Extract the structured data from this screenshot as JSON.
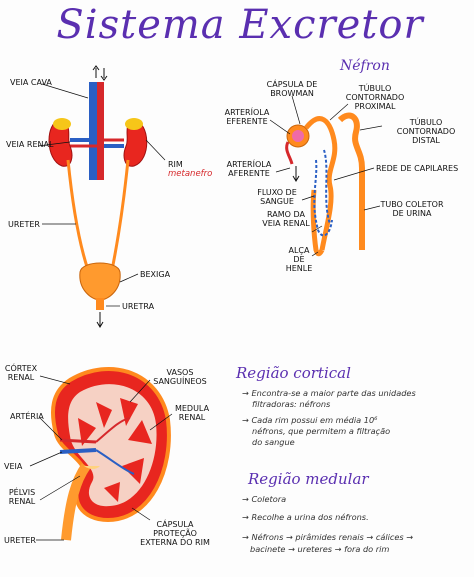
{
  "title": "Sistema Excretor",
  "urinary": {
    "veia_cava": "VEIA CAVA",
    "veia_renal": "VEIA RENAL",
    "rim": "RIM",
    "metanefro": "metanefro",
    "ureter": "URETER",
    "bexiga": "BEXIGA",
    "uretra": "URETRA"
  },
  "nephron": {
    "title": "Néfron",
    "capsula": "CÁPSULA DE BROWMAN",
    "tubulo_proximal": "TÚBULO CONTORNADO PROXIMAL",
    "arteriola_eferente": "ARTERÍOLA EFERENTE",
    "tubulo_distal": "TÚBULO CONTORNADO DISTAL",
    "arteriola_aferente": "ARTERÍOLA AFERENTE",
    "rede_capilares": "REDE DE CAPILARES",
    "fluxo_sangue": "FLUXO DE SANGUE",
    "ramo_veia": "RAMO DA VEIA RENAL",
    "tubo_coletor": "TUBO COLETOR DE URINA",
    "alca": "ALÇA DE HENLE"
  },
  "kidney": {
    "cortex": "CÓRTEX RENAL",
    "vasos": "VASOS SANGUÍNEOS",
    "arteria": "ARTÉRIA",
    "medula": "MEDULA RENAL",
    "veia": "VEIA",
    "pelvis": "PÉLVIS RENAL",
    "ureter": "URETER",
    "capsula": "CÁPSULA PROTEÇÃO EXTERNA DO RIM"
  },
  "notes": {
    "cortical_title": "Região cortical",
    "cortical_1": "→ Encontra-se a maior parte das unidades",
    "cortical_1b": "filtradoras: néfrons",
    "cortical_2": "→ Cada rim possui em média 10⁶",
    "cortical_2b": "néfrons, que permitem a filtração",
    "cortical_2c": "do sangue",
    "medular_title": "Região medular",
    "medular_1": "→ Coletora",
    "medular_2": "→ Recolhe a urina dos néfrons.",
    "medular_3": "→ Néfrons → pirâmides renais → cálices →",
    "medular_3b": "bacinete → ureteres → fora do rim"
  },
  "colors": {
    "title": "#5a2fb0",
    "artery": "#d6282b",
    "vein": "#2a5fc4",
    "kidney": "#e8261f",
    "ureter": "#ff8a1e",
    "bladder": "#ff9a2e"
  }
}
